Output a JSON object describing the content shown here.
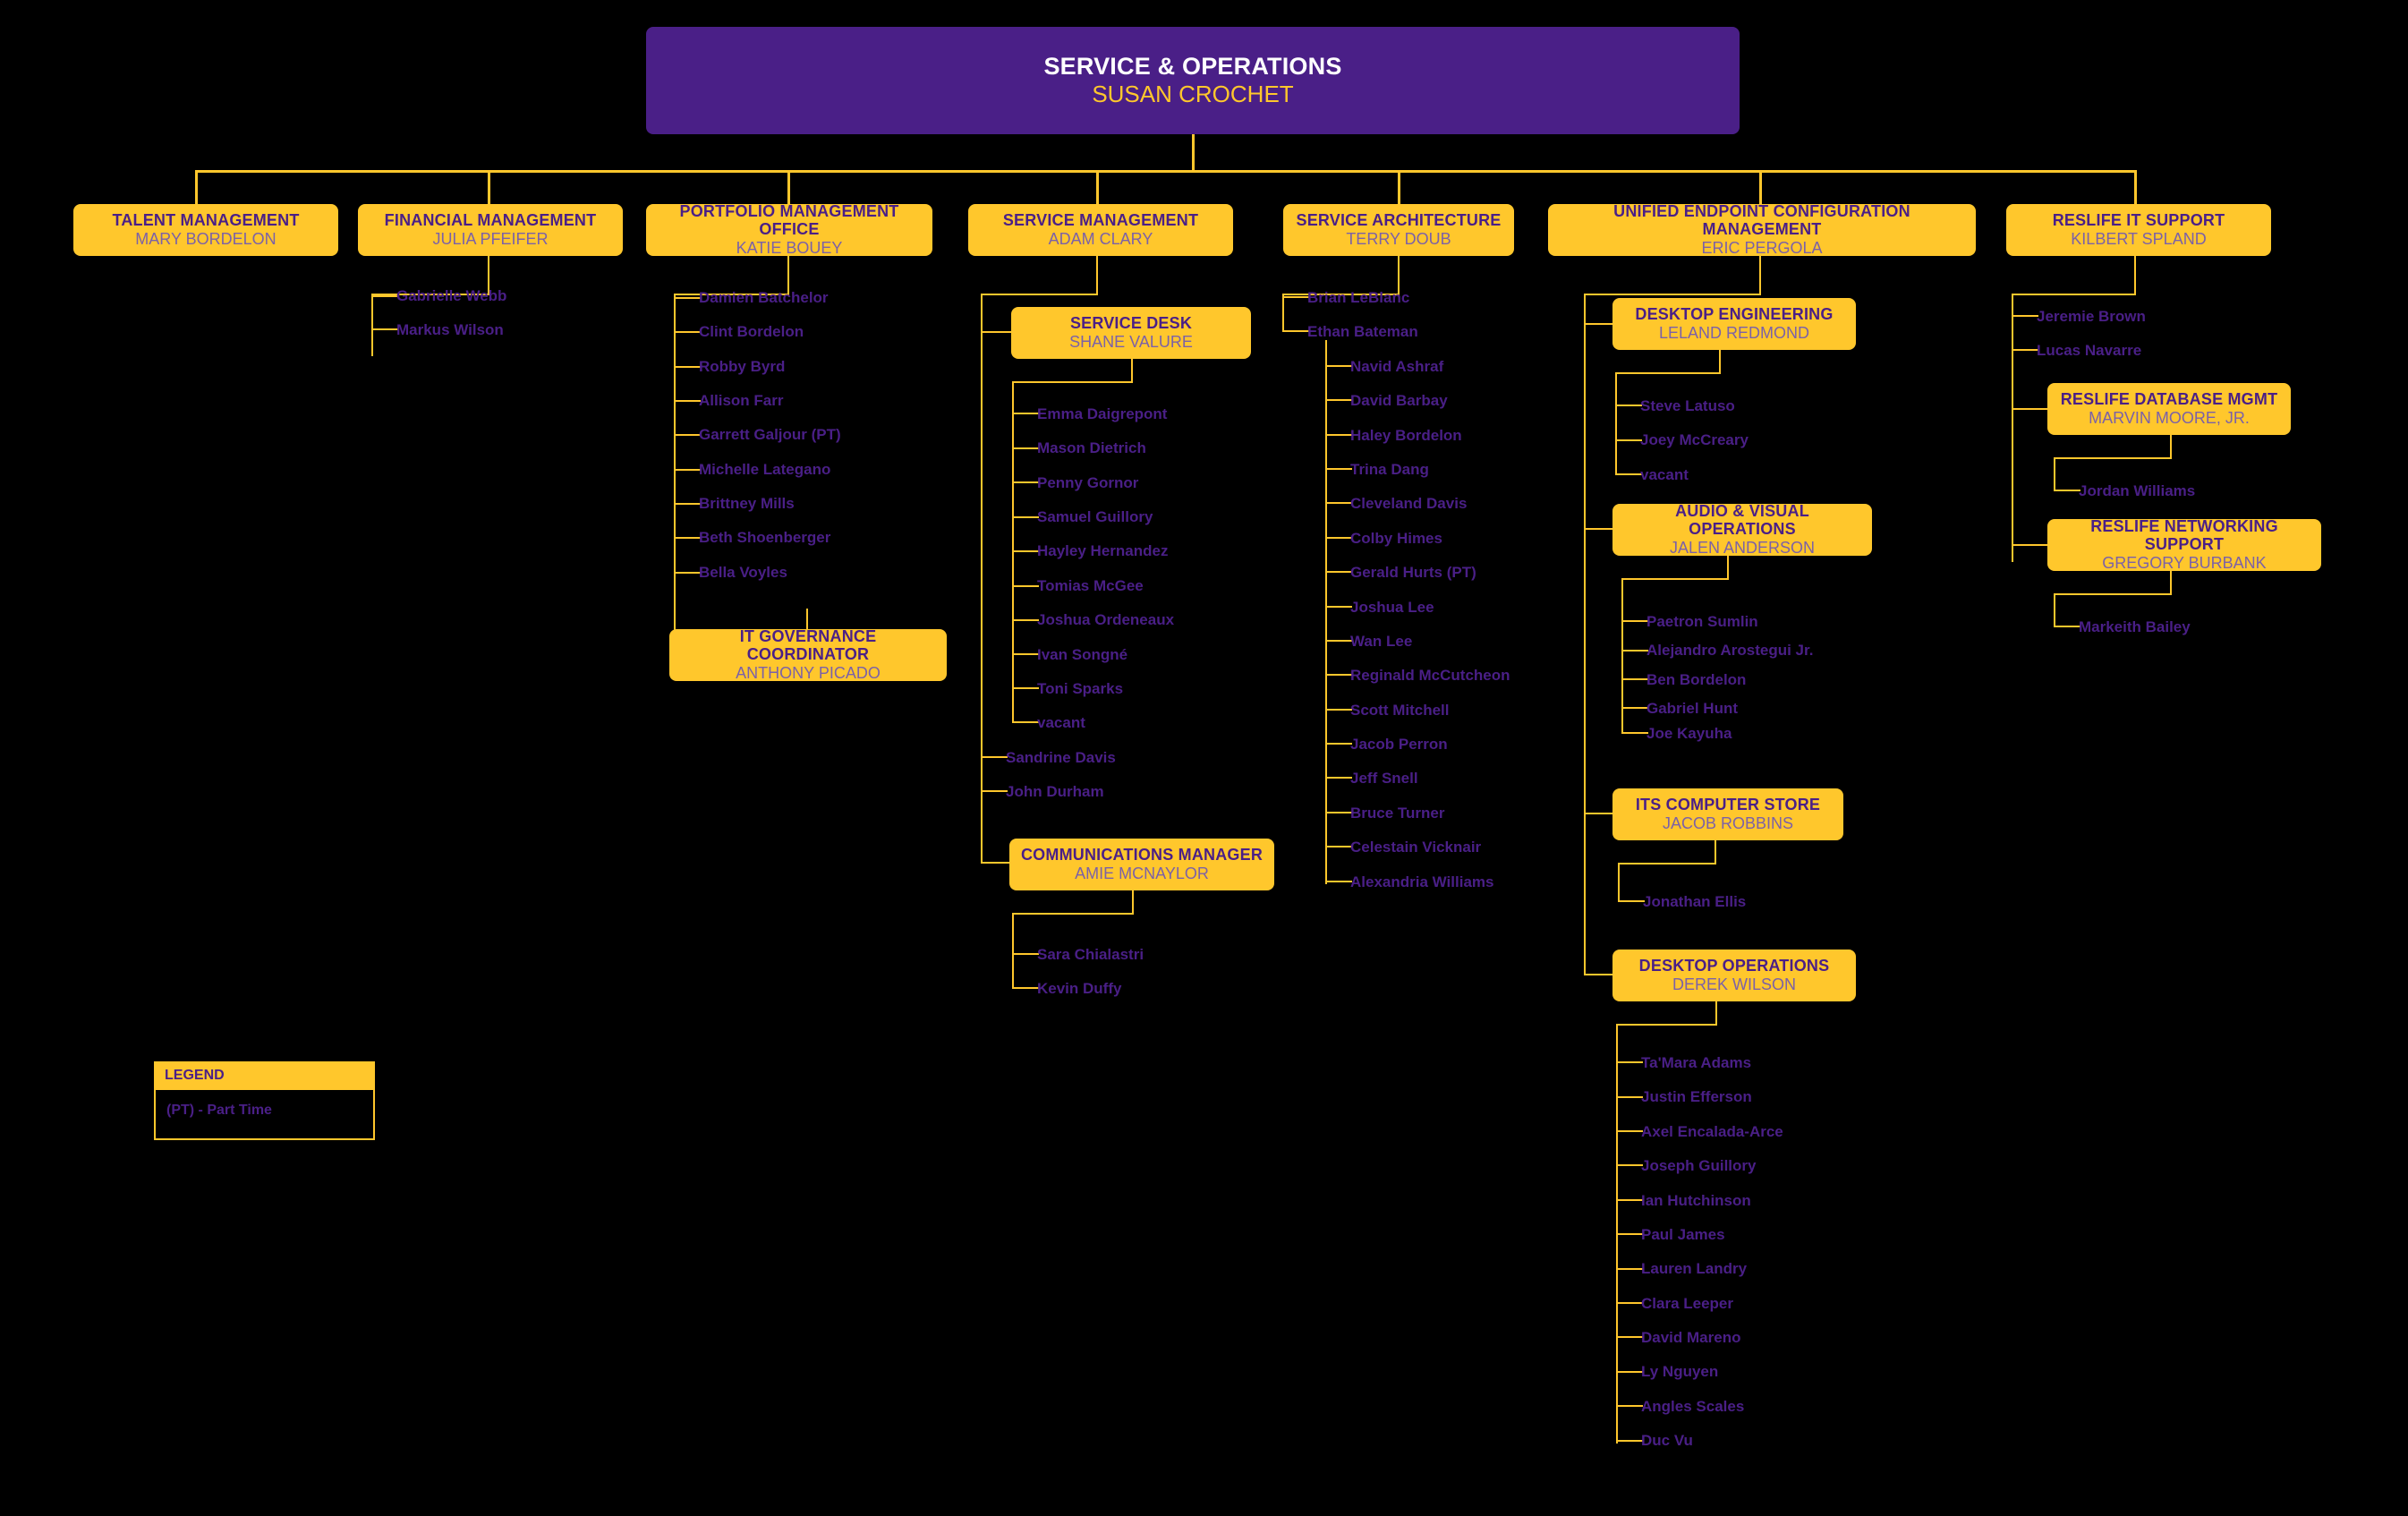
{
  "theme": {
    "background": "#000000",
    "gold": "#ffc72c",
    "purple": "#4a1f87",
    "purple_light": "#7b61a8",
    "white": "#ffffff"
  },
  "root": {
    "title": "SERVICE & OPERATIONS",
    "person": "SUSAN CROCHET"
  },
  "divisions": {
    "talent": {
      "title": "TALENT MANAGEMENT",
      "person": "MARY BORDELON"
    },
    "financial": {
      "title": "FINANCIAL MANAGEMENT",
      "person": "JULIA PFEIFER"
    },
    "pmo": {
      "title": "PORTFOLIO MANAGEMENT OFFICE",
      "person": "KATIE BOUEY"
    },
    "service_mgmt": {
      "title": "SERVICE MANAGEMENT",
      "person": "ADAM CLARY"
    },
    "service_arch": {
      "title": "SERVICE ARCHITECTURE",
      "person": "TERRY DOUB"
    },
    "uecm": {
      "title": "UNIFIED ENDPOINT CONFIGURATION MANAGEMENT",
      "person": "ERIC PERGOLA"
    },
    "reslife": {
      "title": "RESLIFE IT SUPPORT",
      "person": "KILBERT SPLAND"
    }
  },
  "subunits": {
    "it_governance": {
      "title": "IT GOVERNANCE COORDINATOR",
      "person": "ANTHONY PICADO"
    },
    "service_desk": {
      "title": "SERVICE DESK",
      "person": "SHANE VALURE"
    },
    "communications": {
      "title": "COMMUNICATIONS MANAGER",
      "person": "AMIE MCNAYLOR"
    },
    "desktop_engineering": {
      "title": "DESKTOP ENGINEERING",
      "person": "LELAND REDMOND"
    },
    "audio_visual": {
      "title": "AUDIO & VISUAL OPERATIONS",
      "person": "JALEN ANDERSON"
    },
    "computer_store": {
      "title": "ITS COMPUTER STORE",
      "person": "JACOB ROBBINS"
    },
    "desktop_operations": {
      "title": "DESKTOP OPERATIONS",
      "person": "DEREK WILSON"
    },
    "reslife_db": {
      "title": "RESLIFE DATABASE MGMT",
      "person": "MARVIN MOORE, JR."
    },
    "reslife_net": {
      "title": "RESLIFE NETWORKING SUPPORT",
      "person": "GREGORY BURBANK"
    }
  },
  "staff": {
    "financial": [
      "Gabrielle Webb",
      "Markus Wilson"
    ],
    "pmo": [
      "Damien Batchelor",
      "Clint Bordelon",
      "Robby Byrd",
      "Allison Farr",
      "Garrett Galjour (PT)",
      "Michelle Lategano",
      "Brittney Mills",
      "Beth Shoenberger",
      "Bella Voyles"
    ],
    "service_desk": [
      "Emma Daigrepont",
      "Mason Dietrich",
      "Penny Gornor",
      "Samuel Guillory",
      "Hayley Hernandez",
      "Tomias McGee",
      "Joshua Ordeneaux",
      "Ivan Songné",
      "Toni Sparks",
      "vacant"
    ],
    "service_mgmt_direct": [
      "Sandrine Davis",
      "John Durham"
    ],
    "communications": [
      "Sara Chialastri",
      "Kevin Duffy"
    ],
    "service_arch_direct": [
      "Brian LeBlanc",
      "Ethan Bateman"
    ],
    "bateman": [
      "Navid Ashraf",
      "David Barbay",
      "Haley Bordelon",
      "Trina Dang",
      "Cleveland Davis",
      "Colby Himes",
      "Gerald Hurts (PT)",
      "Joshua Lee",
      "Wan Lee",
      "Reginald McCutcheon",
      "Scott Mitchell",
      "Jacob Perron",
      "Jeff Snell",
      "Bruce Turner",
      "Celestain Vicknair",
      "Alexandria Williams"
    ],
    "desktop_engineering": [
      "Steve Latuso",
      "Joey McCreary",
      "vacant"
    ],
    "audio_visual": [
      "Paetron Sumlin",
      "Alejandro Arostegui Jr.",
      "Ben Bordelon",
      "Gabriel Hunt",
      "Joe Kayuha"
    ],
    "computer_store": [
      "Jonathan Ellis"
    ],
    "desktop_operations": [
      "Ta'Mara Adams",
      "Justin Efferson",
      "Axel Encalada-Arce",
      "Joseph Guillory",
      "Ian Hutchinson",
      "Paul James",
      "Lauren Landry",
      "Clara Leeper",
      "David Mareno",
      "Ly Nguyen",
      "Angles Scales",
      "Duc Vu"
    ],
    "reslife_direct": [
      "Jeremie Brown",
      "Lucas Navarre"
    ],
    "reslife_db": [
      "Jordan Williams"
    ],
    "reslife_net": [
      "Markeith Bailey"
    ]
  },
  "legend": {
    "header": "LEGEND",
    "entry": "(PT) - Part Time"
  }
}
